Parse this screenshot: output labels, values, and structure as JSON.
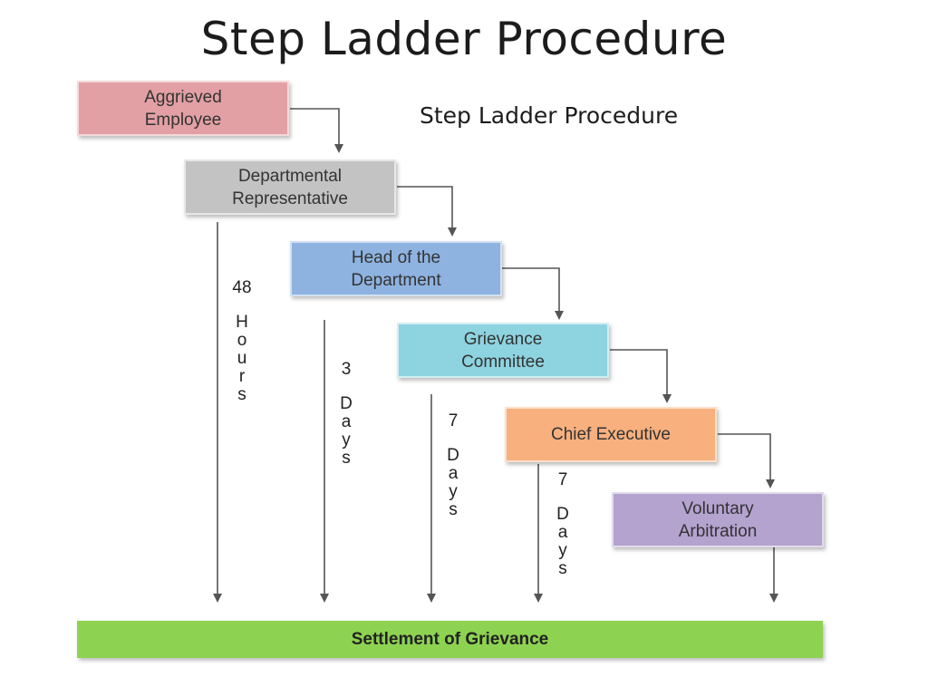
{
  "title": "Step Ladder Procedure",
  "subtitle": "Step Ladder Procedure",
  "steps": [
    {
      "label": "Aggrieved Employee",
      "line1": "Aggrieved",
      "line2": "Employee",
      "color": "#e2a0a4"
    },
    {
      "label": "Departmental Representative",
      "line1": "Departmental",
      "line2": "Representative",
      "color": "#c3c3c3"
    },
    {
      "label": "Head of the Department",
      "line1": "Head of the",
      "line2": "Department",
      "color": "#8eb3e0"
    },
    {
      "label": "Grievance Committee",
      "line1": "Grievance",
      "line2": "Committee",
      "color": "#8ed3e0"
    },
    {
      "label": "Chief Executive",
      "line1": "Chief Executive",
      "line2": "",
      "color": "#f7b07e"
    },
    {
      "label": "Voluntary Arbitration",
      "line1": "Voluntary",
      "line2": "Arbitration",
      "color": "#b4a2cf"
    }
  ],
  "settlement": {
    "label": "Settlement of Grievance",
    "color": "#8dd351"
  },
  "durations": [
    {
      "number": "48",
      "unit": [
        "H",
        "o",
        "u",
        "r",
        "s"
      ]
    },
    {
      "number": "3",
      "unit": [
        "D",
        "a",
        "y",
        "s"
      ]
    },
    {
      "number": "7",
      "unit": [
        "D",
        "a",
        "y",
        "s"
      ]
    },
    {
      "number": "7",
      "unit": [
        "D",
        "a",
        "y",
        "s"
      ]
    }
  ]
}
